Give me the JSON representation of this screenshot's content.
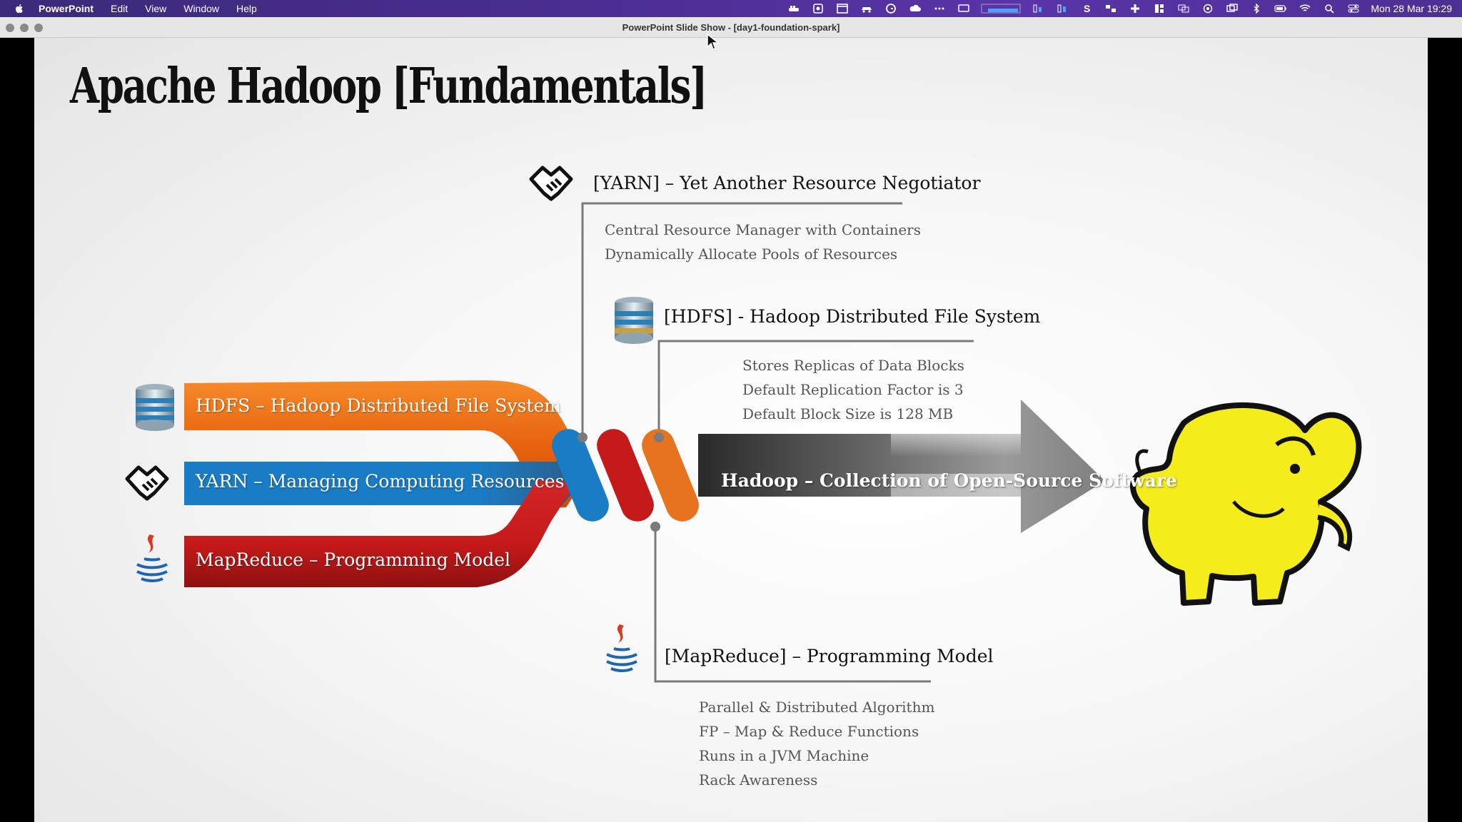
{
  "menubar": {
    "app_name": "PowerPoint",
    "items": [
      "Edit",
      "View",
      "Window",
      "Help"
    ],
    "clock": "Mon 28 Mar  19:29"
  },
  "window": {
    "title": "PowerPoint Slide Show - [day1-foundation-spark]"
  },
  "slide": {
    "title": "Apache Hadoop [Fundamentals]",
    "bands": {
      "hdfs": "HDFS – Hadoop Distributed File System",
      "yarn": "YARN – Managing Computing Resources",
      "mapreduce": "MapReduce – Programming Model"
    },
    "arrow_label": "Hadoop – Collection of Open-Source Software",
    "sections": {
      "yarn": {
        "heading": "[YARN] – Yet Another Resource Negotiator",
        "bullets": [
          "Central Resource Manager with Containers",
          "Dynamically Allocate Pools of Resources"
        ]
      },
      "hdfs": {
        "heading": "[HDFS] - Hadoop Distributed File System",
        "bullets": [
          "Stores Replicas of Data Blocks",
          "Default Replication Factor is 3",
          "Default Block Size is 128 MB"
        ]
      },
      "mapreduce": {
        "heading": "[MapReduce] – Programming Model",
        "bullets": [
          "Parallel & Distributed Algorithm",
          "FP – Map & Reduce Functions",
          "Runs in a JVM Machine",
          "Rack Awareness"
        ]
      }
    },
    "colors": {
      "hdfs": "#e8630f",
      "yarn": "#1a7cc4",
      "mapreduce": "#c41a1a",
      "arrow": "#7f7f7f",
      "elephant": "#f5ec1c"
    }
  }
}
